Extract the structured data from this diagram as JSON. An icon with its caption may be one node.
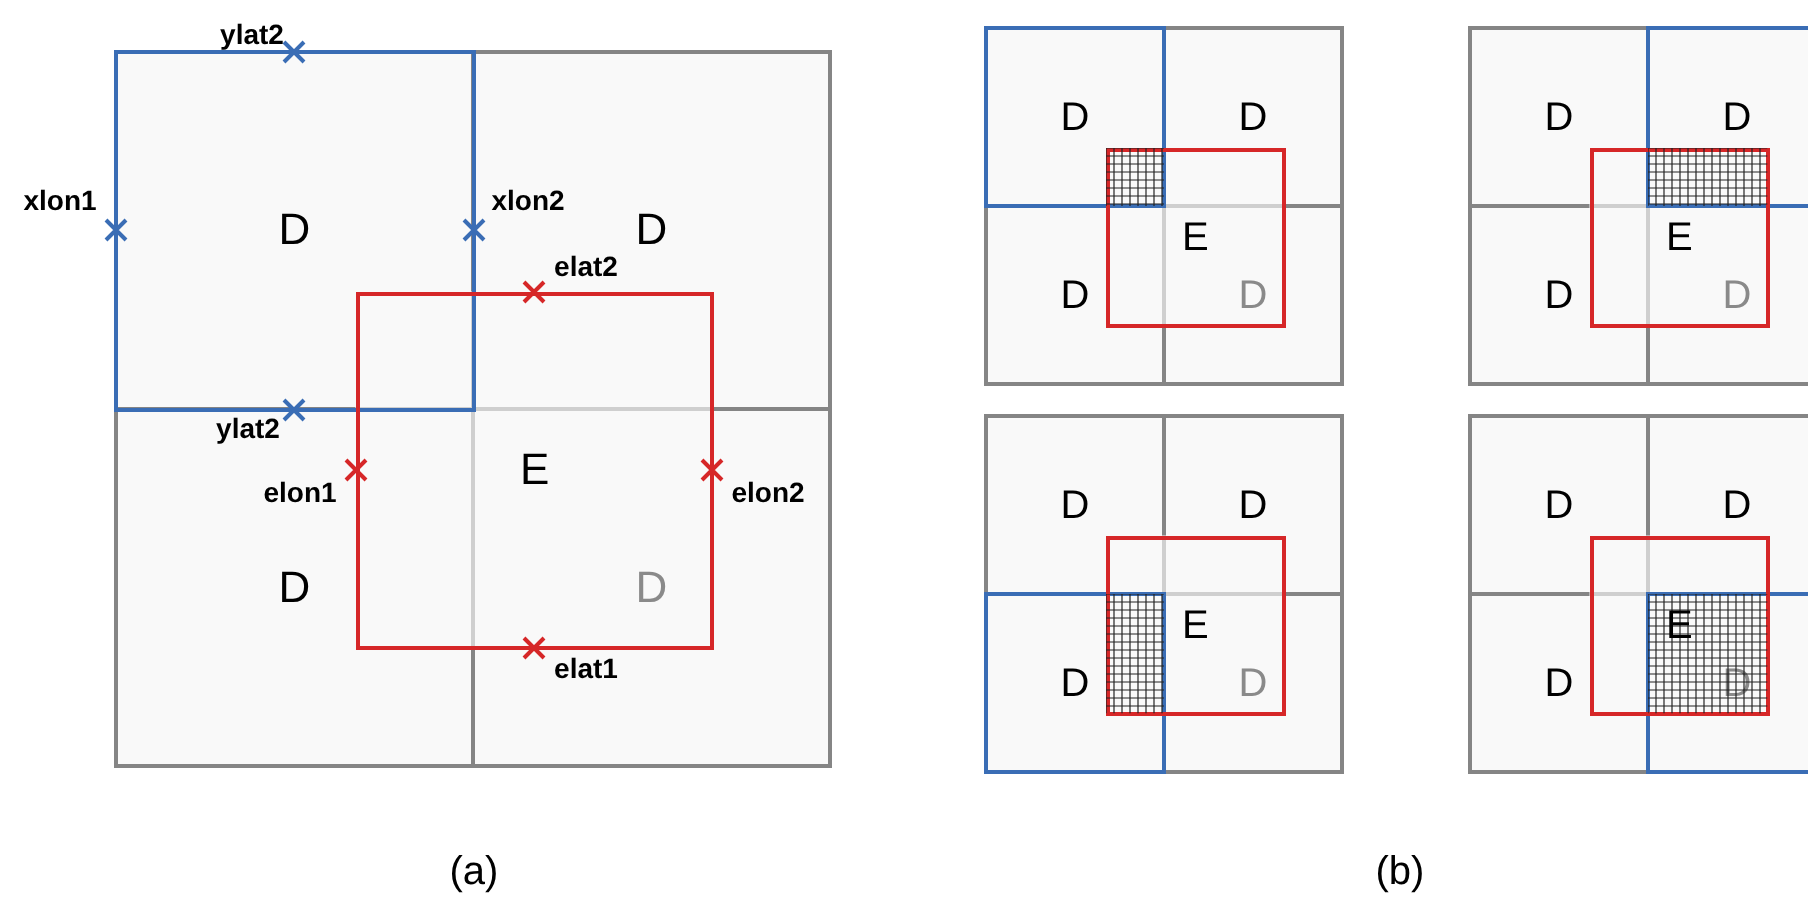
{
  "diagram": {
    "nodes": [
      {
        "text": [
          "E"
        ]
      },
      {
        "text": [
          "E"
        ]
      },
      {
        "text": [
          "E"
        ]
      },
      {
        "text": [
          "E"
        ]
      },
      {
        "text": [
          "E"
        ]
      }
    ],
    "labels": [
      "ylat2",
      "xlon1",
      "D",
      "xlon2",
      "D",
      "elat2",
      "ylat2",
      "elon1",
      "elon2",
      "D",
      "D",
      "elat1",
      "D",
      "D",
      "D",
      "D",
      "D",
      "D",
      "D",
      "D",
      "D",
      "D",
      "D",
      "D",
      "D",
      "D",
      "D",
      "D",
      "(a)",
      "(b)"
    ]
  }
}
